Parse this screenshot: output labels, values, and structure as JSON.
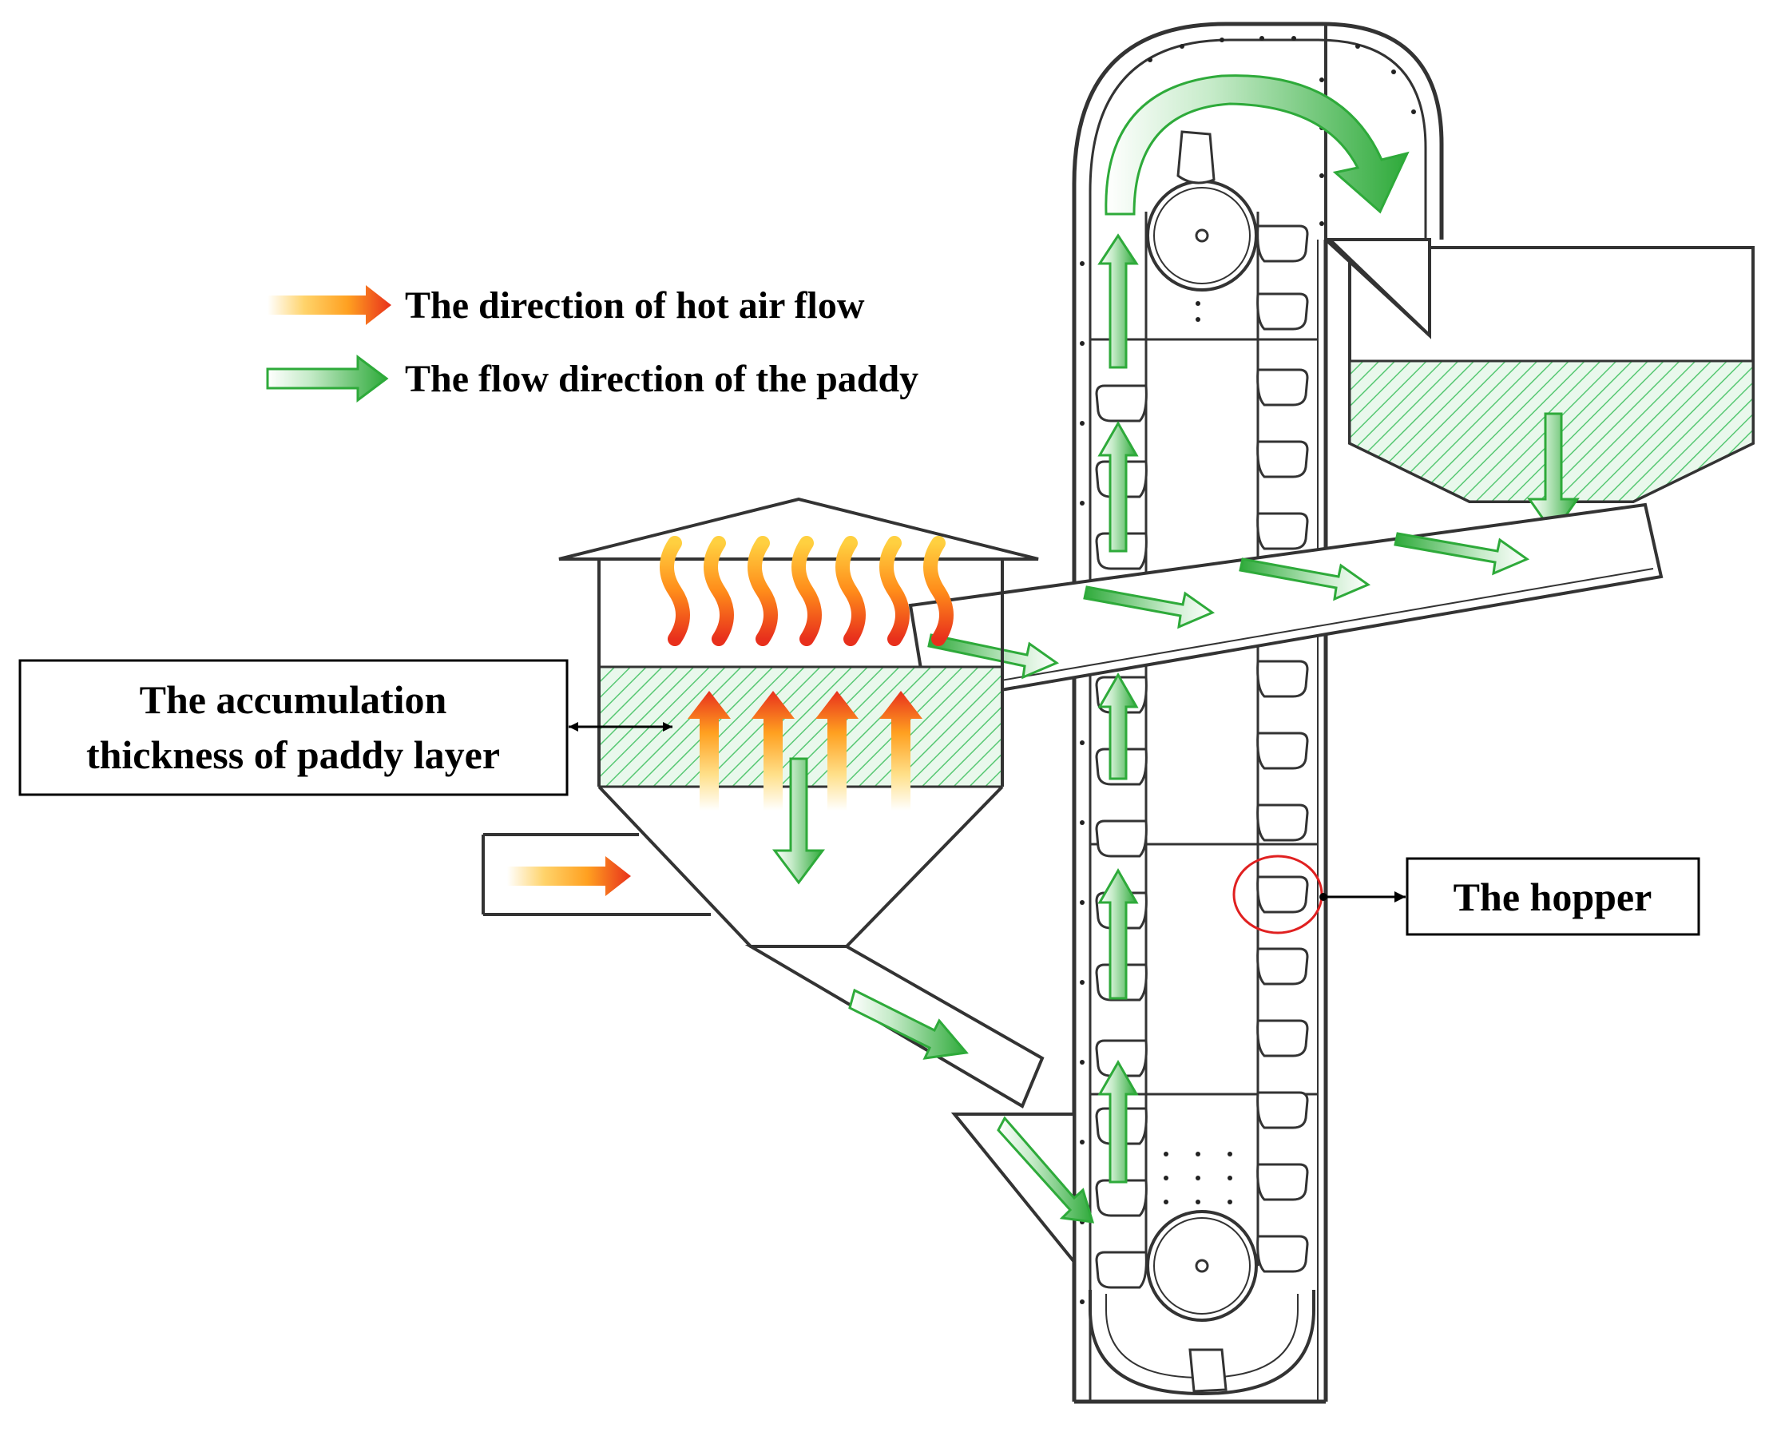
{
  "legend": {
    "hot_air": "The direction of hot air flow",
    "paddy": "The flow direction of the paddy"
  },
  "callouts": {
    "layer_line1": "The accumulation",
    "layer_line2": "thickness of paddy layer",
    "hopper": "The hopper"
  },
  "colors": {
    "paddy_green": "#2EAA3A",
    "hot_red": "#E8301C",
    "hot_yellow": "#FFC93C",
    "hatch_green": "#6FD08A",
    "outline": "#333333",
    "highlight_red": "#E02020"
  },
  "icons": [
    "hot-air-arrow-icon",
    "paddy-flow-arrow-icon",
    "heat-wave-icon"
  ]
}
